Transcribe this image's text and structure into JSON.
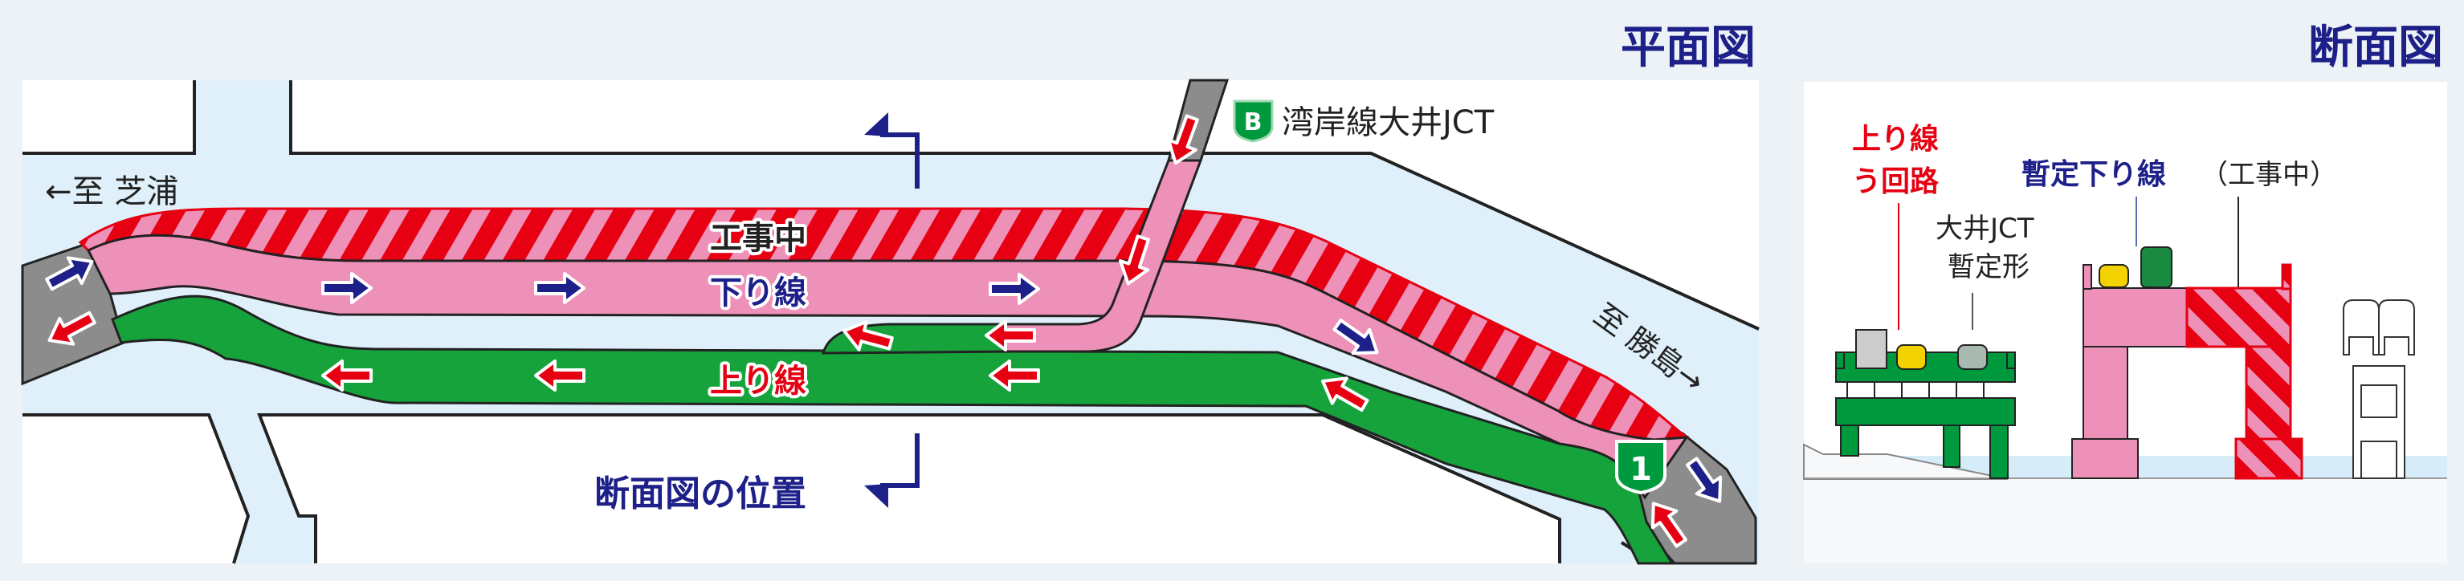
{
  "plan": {
    "title": "平面図",
    "to_shibaura": "←至 芝浦",
    "to_katsushima": "至 勝島→",
    "jct_label": "湾岸線大井JCT",
    "jct_sign": "B",
    "route_sign": "1",
    "construction_label": "工事中",
    "outbound_label": "下り線",
    "inbound_label": "上り線",
    "section_position_label": "断面図の位置"
  },
  "section": {
    "title": "断面図",
    "detour_line1": "上り線",
    "detour_line2": "う回路",
    "jct_line1": "大井JCT",
    "jct_line2": "暫定形",
    "temp_outbound": "暫定下り線",
    "under_construction": "（工事中）"
  },
  "colors": {
    "navy": "#1d2088",
    "red": "#e60012",
    "pink": "#ee91b8",
    "green": "#17a33b",
    "light_blue": "#dff0fa",
    "gray": "#8c8c8c"
  }
}
